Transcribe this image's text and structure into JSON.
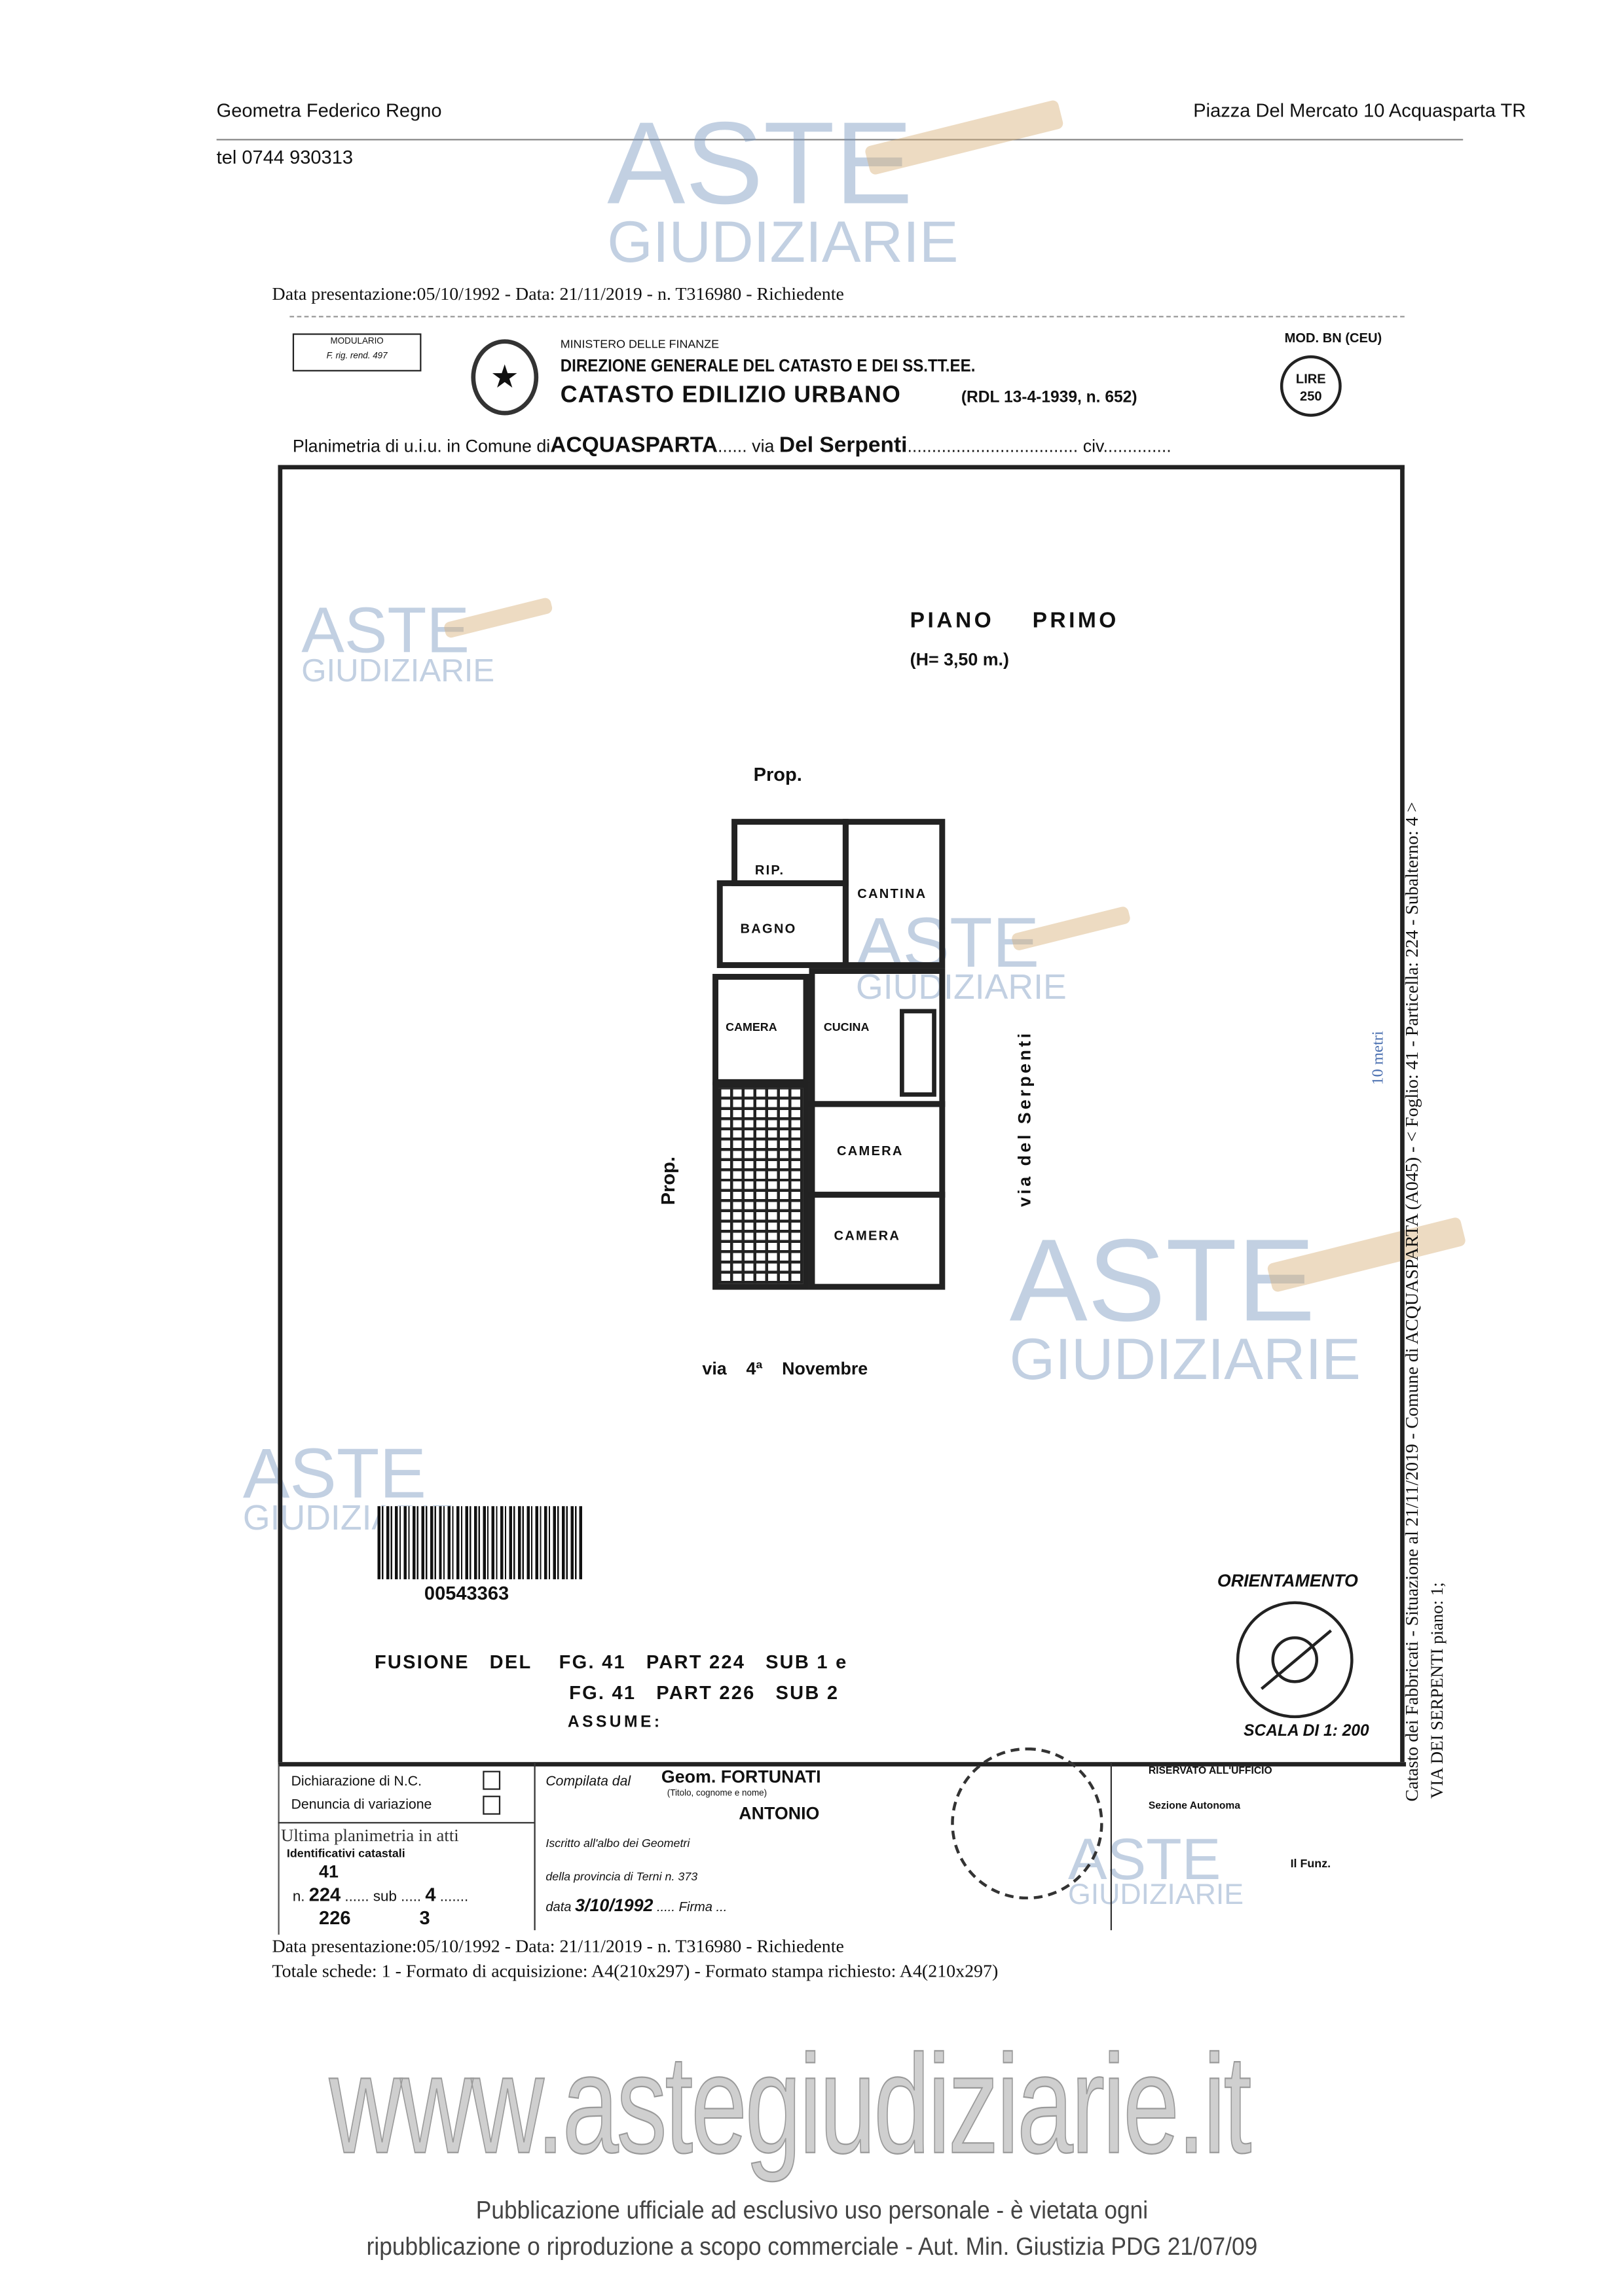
{
  "header": {
    "left": "Geometra Federico Regno",
    "right": "Piazza Del Mercato 10 Acquasparta TR",
    "phone": "tel 0744 930313"
  },
  "watermark": {
    "line1": "ASTE",
    "line2": "GIUDIZIARIE",
    "url": "www.astegiudiziarie.it"
  },
  "overlay": {
    "line1": "Data presentazione:05/10/1992 - Data: 21/11/2019 - n. T316980 - Richiedente",
    "line2": "Totale schede: 1 - Formato di acquisizione: A4(210x297) - Formato stampa richiesto: A4(210x297)",
    "last_plan": "Ultima planimetria in atti",
    "side": "Catasto dei Fabbricati - Situazione al 21/11/2019 - Comune di ACQUASPARTA (A045) - < Foglio: 41 - Particella: 224 - Subalterno: 4 >",
    "side2": "VIA DEI SERPENTI piano: 1;",
    "scale_bar": "10 metri"
  },
  "form": {
    "modulario": "MODULARIO",
    "modulario2": "F. rig. rend. 497",
    "ministry": "MINISTERO DELLE FINANZE",
    "direction": "DIREZIONE GENERALE DEL CATASTO E DEI SS.TT.EE.",
    "catasto": "CATASTO EDILIZIO URBANO",
    "rdl": "(RDL 13-4-1939, n. 652)",
    "mod": "MOD. BN (CEU)",
    "lire": "LIRE",
    "lire_value": "250",
    "planimetria_prefix": "Planimetria di u.i.u. in Comune di",
    "comune": "ACQUASPARTA",
    "via_label": "via",
    "via": "Del Serpenti",
    "civ": "civ."
  },
  "plan": {
    "floor": "PIANO PRIMO",
    "height": "(H= 3,50 m.)",
    "prop_top": "Prop.",
    "prop_left": "Prop.",
    "street_right": "via del Serpenti",
    "street_bottom": "via 4ª Novembre",
    "rooms": [
      "RIP.",
      "BAGNO",
      "CANTINA",
      "CAMERA",
      "CUCINA",
      "CAMERA",
      "CAMERA"
    ],
    "barcode_number": "00543363",
    "fusion": [
      "FUSIONE",
      "DEL",
      "FG. 41",
      "PART 224",
      "SUB 1",
      "e"
    ],
    "fusion2": [
      "FG. 41",
      "PART 226",
      "SUB 2"
    ],
    "assume": "ASSUME:",
    "orientation": "ORIENTAMENTO",
    "scale": "SCALA DI 1: 200"
  },
  "footer_table": {
    "dichiarazione": "Dichiarazione di N.C.",
    "denuncia": "Denuncia di variazione",
    "identificativi": "Identificativi catastali",
    "n_label": "n.",
    "sub_label": "sub",
    "n1": "224",
    "sub1": "4",
    "n2": "226",
    "sub2": "3",
    "fg": "41",
    "compilata": "Compilata dal",
    "name1": "Geom. FORTUNATI",
    "name_hint": "(Titolo, cognome e nome)",
    "name2": "ANTONIO",
    "albo": "Iscritto all'albo dei Geometri",
    "provincia": "della provincia di Terni n. 373",
    "data_label": "data",
    "data_value": "3/10/1992",
    "firma": "Firma",
    "riservato": "RISERVATO ALL'UFFICIO",
    "sezione": "Sezione Autonoma",
    "funz": "Il Funz."
  },
  "footer": {
    "line1": "Pubblicazione ufficiale ad esclusivo uso personale - è vietata ogni",
    "line2": "ripubblicazione o riproduzione a scopo commerciale - Aut. Min. Giustizia PDG 21/07/09"
  },
  "colors": {
    "watermark": "#7896be",
    "ink": "#111111"
  }
}
